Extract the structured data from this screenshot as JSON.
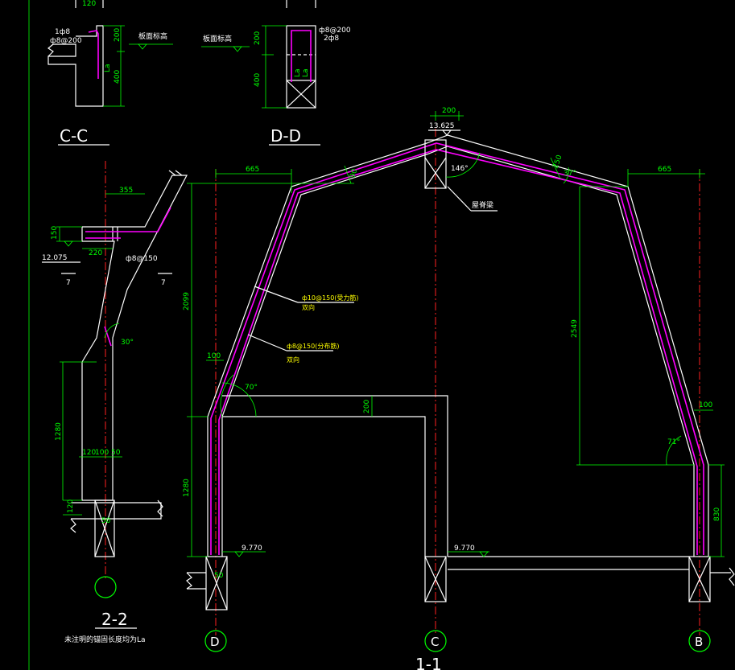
{
  "labels": {
    "cc": "C-C",
    "dd": "D-D",
    "s22": "2-2",
    "s11": "1-1",
    "top_cut": "120",
    "dd_top": "200"
  },
  "dims": {
    "d120": "120",
    "d200": "200",
    "d400": "400",
    "d665": "665",
    "d355": "355",
    "d150": "150",
    "d220": "220",
    "d2099": "2099",
    "d1280": "1280",
    "d100": "100",
    "d50": "50",
    "d2549": "2549",
    "d830": "830",
    "d250": "250",
    "d90": "90"
  },
  "rebar": {
    "cc_main": "1ф8",
    "cc_dist": "ф8@200",
    "dd_main": "ф8@200",
    "dd_dist": "2ф8",
    "sec22_stirrup": "ф8@150",
    "sec11_main": "ф10@150(受力筋)",
    "sec11_dist": "ф8@150(分布筋)",
    "both_sides": "双向"
  },
  "notes": {
    "cc_slab": "板面标高",
    "dd_slab": "板面标高",
    "ridge_beam": "屋脊梁",
    "anchor": "未注明的锚固长度均为La",
    "La": "La"
  },
  "elevations": {
    "ridge": "13.625",
    "sec22": "12.075",
    "left_floor": "9.770",
    "right_floor": "9.770"
  },
  "angles": {
    "a146": "146°",
    "a37": "37°",
    "a70_left": "70°",
    "a71_right": "71°",
    "a30": "30°",
    "a37b": "37°"
  },
  "axes": {
    "D": "D",
    "C": "C",
    "B": "B"
  },
  "section_marks": {
    "seven_left": "7",
    "seven_right": "7"
  },
  "colors": {
    "background": "#000000",
    "outline": "#ffffff",
    "dimension": "#00ff00",
    "axis": "#ff2020",
    "rebar": "#ff00ff",
    "callout": "#ffff00"
  }
}
